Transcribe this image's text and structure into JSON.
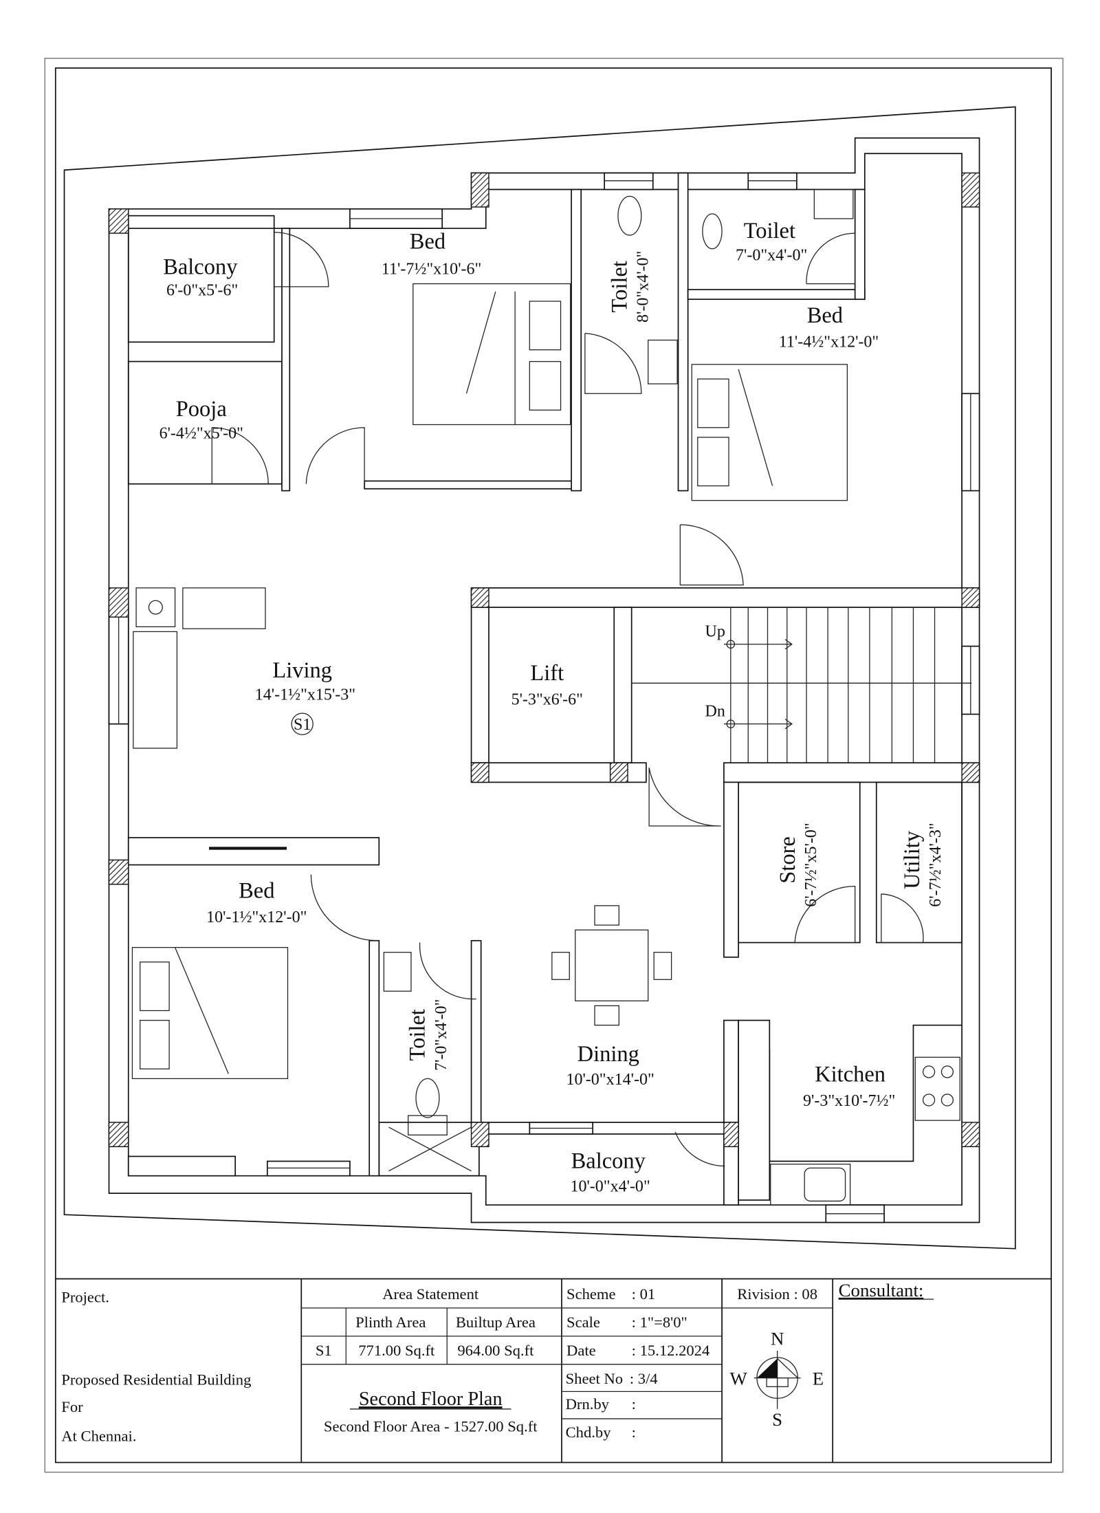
{
  "rooms": {
    "balcony_top": {
      "name": "Balcony",
      "dim": "6'-0\"x5'-6\""
    },
    "pooja": {
      "name": "Pooja",
      "dim": "6'-4½\"x5'-0\""
    },
    "bed_top_left": {
      "name": "Bed",
      "dim": "11'-7½\"x10'-6\""
    },
    "toilet_center": {
      "name": "Toilet",
      "dim": "8'-0\"x4'-0\""
    },
    "toilet_top_right": {
      "name": "Toilet",
      "dim": "7'-0\"x4'-0\""
    },
    "bed_top_right": {
      "name": "Bed",
      "dim": "11'-4½\"x12'-0\""
    },
    "living": {
      "name": "Living",
      "dim": "14'-1½\"x15'-3\"",
      "marker": "S1"
    },
    "lift": {
      "name": "Lift",
      "dim": "5'-3\"x6'-6\""
    },
    "stair": {
      "up": "Up",
      "down": "Dn"
    },
    "store": {
      "name": "Store",
      "dim": "6'-7½\"x5'-0\""
    },
    "utility": {
      "name": "Utility",
      "dim": "6'-7½\"x4'-3\""
    },
    "bed_bottom_left": {
      "name": "Bed",
      "dim": "10'-1½\"x12'-0\""
    },
    "toilet_bottom": {
      "name": "Toilet",
      "dim": "7'-0\"x4'-0\""
    },
    "dining": {
      "name": "Dining",
      "dim": "10'-0\"x14'-0\""
    },
    "kitchen": {
      "name": "Kitchen",
      "dim": "9'-3\"x10'-7½\""
    },
    "balcony_bottom": {
      "name": "Balcony",
      "dim": "10'-0\"x4'-0\""
    }
  },
  "title_block": {
    "project_label": "Project.",
    "project_line1": "Proposed Residential Building",
    "project_line2": "For",
    "project_line3": "At Chennai.",
    "area_statement": {
      "title": "Area Statement",
      "headers": [
        "",
        "Plinth Area",
        "Builtup Area"
      ],
      "rows": [
        [
          "S1",
          "771.00 Sq.ft",
          "964.00 Sq.ft"
        ]
      ]
    },
    "drawing_title": "Second Floor Plan",
    "floor_area": "Second Floor Area - 1527.00 Sq.ft",
    "scheme": {
      "label": "Scheme",
      "value": ": 01"
    },
    "scale": {
      "label": "Scale",
      "value": ": 1\"=8'0\""
    },
    "date": {
      "label": "Date",
      "value": ": 15.12.2024"
    },
    "sheet": {
      "label": "Sheet No",
      "value": ": 3/4"
    },
    "drawn_by": {
      "label": "Drn.by",
      "value": ":"
    },
    "checked_by": {
      "label": "Chd.by",
      "value": ":"
    },
    "revision": "Rivision : 08",
    "consultant": "Consultant:",
    "compass": {
      "n": "N",
      "s": "S",
      "e": "E",
      "w": "W"
    }
  }
}
